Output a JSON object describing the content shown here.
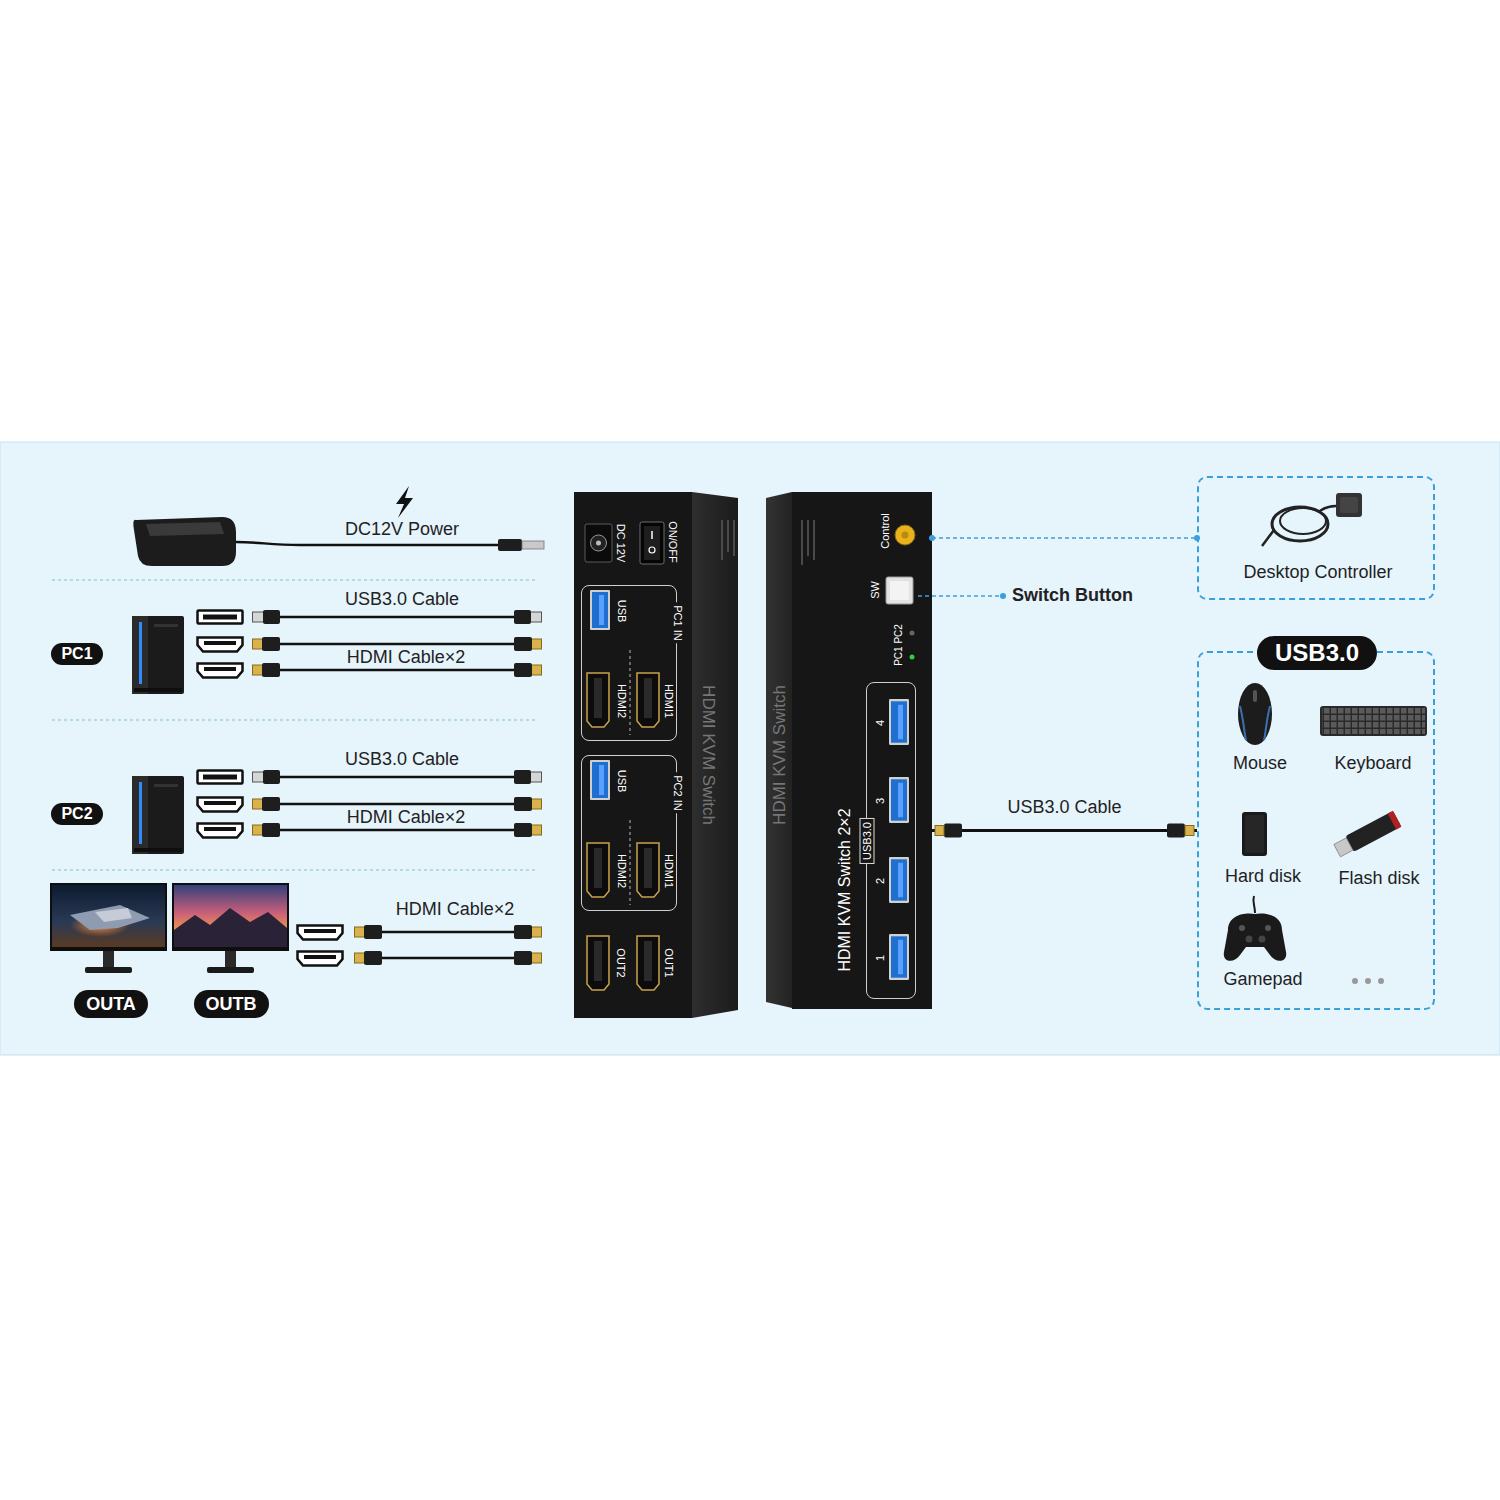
{
  "diagram": {
    "nodes": [
      {
        "text": [
          "PC1"
        ]
      },
      {
        "text": [
          "PC2"
        ]
      },
      {
        "text": [
          "OUTA"
        ]
      },
      {
        "text": [
          "OUTB"
        ]
      },
      {
        "text": [
          "ON/OFF",
          "DC 12V",
          "OUT1",
          "OUT2",
          "HDMI KVM Switch"
        ]
      },
      {
        "text": [
          "PC1 IN",
          "USB",
          "HDMI1",
          "HDMI2"
        ],
        "in": 4
      },
      {
        "text": [
          "PC2 IN",
          "USB",
          "HDMI1",
          "HDMI2"
        ],
        "in": 4
      },
      {
        "text": [
          "Control",
          "SW",
          "PC1 PC2",
          "HDMI KVM Switch 2×2",
          "HDMI KVM Switch"
        ]
      },
      {
        "text": [
          "USB3.0",
          "4",
          "3",
          "2",
          "1"
        ],
        "in": 7
      },
      {
        "text": [
          "Desktop Controller"
        ]
      },
      {
        "text": [
          "USB3.0",
          "Mouse",
          "Keyboard",
          "Hard disk",
          "Flash disk",
          "Gamepad"
        ]
      }
    ],
    "edges": [
      {
        "from": 7,
        "to": 9,
        "arrow": "none"
      },
      {
        "from": 7,
        "to": 10,
        "label": "USB3.0 Cable",
        "arrow": "none"
      }
    ],
    "labels": [
      "DC12V Power",
      "USB3.0 Cable",
      "HDMI Cable×2",
      "USB3.0 Cable",
      "HDMI Cable×2",
      "HDMI Cable×2",
      "Switch Button"
    ]
  }
}
